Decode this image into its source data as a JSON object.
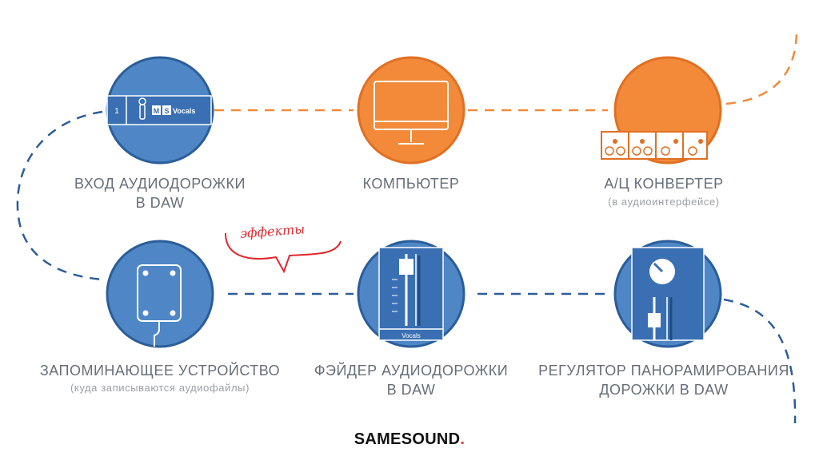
{
  "nodes": {
    "track_input": {
      "label_lines": [
        "ВХОД АУДИОДОРОЖКИ",
        "В DAW"
      ],
      "track_number": "1",
      "mute_label": "M",
      "solo_label": "S",
      "track_name": "Vocals",
      "color": "#4f86c6",
      "icon": "mic-track-icon"
    },
    "computer": {
      "label_lines": [
        "КОМПЬЮТЕР"
      ],
      "color": "#f28a3a",
      "icon": "monitor-icon"
    },
    "ad_converter": {
      "label_lines": [
        "А/Ц КОНВЕРТЕР"
      ],
      "sublabel": "(в аудиоинтерфейсе)",
      "color": "#f28a3a",
      "icon": "audio-interface-icon"
    },
    "storage": {
      "label_lines": [
        "ЗАПОМИНАЮЩЕЕ УСТРОЙСТВО"
      ],
      "sublabel": "(куда записываются аудиофайлы)",
      "color": "#4f86c6",
      "icon": "hard-drive-icon"
    },
    "fader": {
      "label_lines": [
        "ФЭЙДЕР АУДИОДОРОЖКИ",
        "В DAW"
      ],
      "track_name": "Vocals",
      "color": "#4f86c6",
      "icon": "fader-icon"
    },
    "pan": {
      "label_lines": [
        "РЕГУЛЯТОР ПАНОРАМИРОВАНИЯ",
        "ДОРОЖКИ В DAW"
      ],
      "color": "#4f86c6",
      "icon": "pan-knob-icon"
    }
  },
  "annotation": {
    "text": "эффекты",
    "color": "#e0282e"
  },
  "brand": {
    "name": "SAMESOUND",
    "dot": "."
  },
  "colors": {
    "orange": "#f28a3a",
    "blue": "#4f86c6",
    "outline": "#2b5d99"
  }
}
